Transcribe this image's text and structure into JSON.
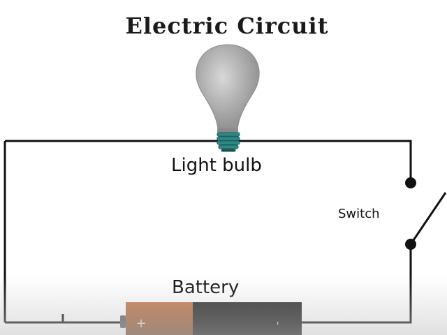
{
  "title": "Electric Circuit",
  "labels": {
    "bulb": "Light bulb",
    "switch": "Switch",
    "battery": "Battery"
  },
  "battery": {
    "positive_symbol": "+",
    "negative_symbol": "-"
  },
  "colors": {
    "wire": "#111111",
    "bulb_glass": "#a9a9a9",
    "bulb_base": "#2e8a86",
    "battery_copper": "#a4623a",
    "battery_black": "#1b1b1b",
    "background": "#ffffff"
  }
}
